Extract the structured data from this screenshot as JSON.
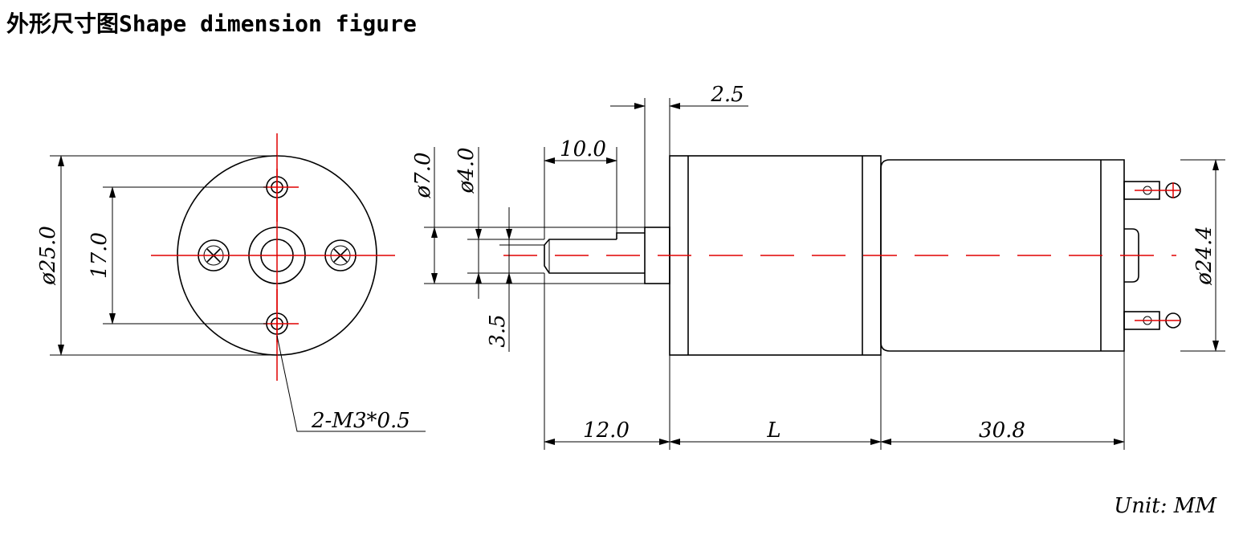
{
  "title": "外形尺寸图Shape dimension figure",
  "unit_label": "Unit: MM",
  "dimensions": {
    "front_diameter": "ø25.0",
    "hole_spacing": "17.0",
    "thread_spec": "2-M3*0.5",
    "boss_diameter": "ø7.0",
    "shaft_diameter": "ø4.0",
    "flat_depth": "3.5",
    "flat_length": "10.0",
    "boss_length": "2.5",
    "shaft_length": "12.0",
    "gearbox_length": "L",
    "motor_length": "30.8",
    "motor_diameter": "ø24.4"
  },
  "colors": {
    "centerline": "#e00000",
    "outline": "#000000"
  }
}
